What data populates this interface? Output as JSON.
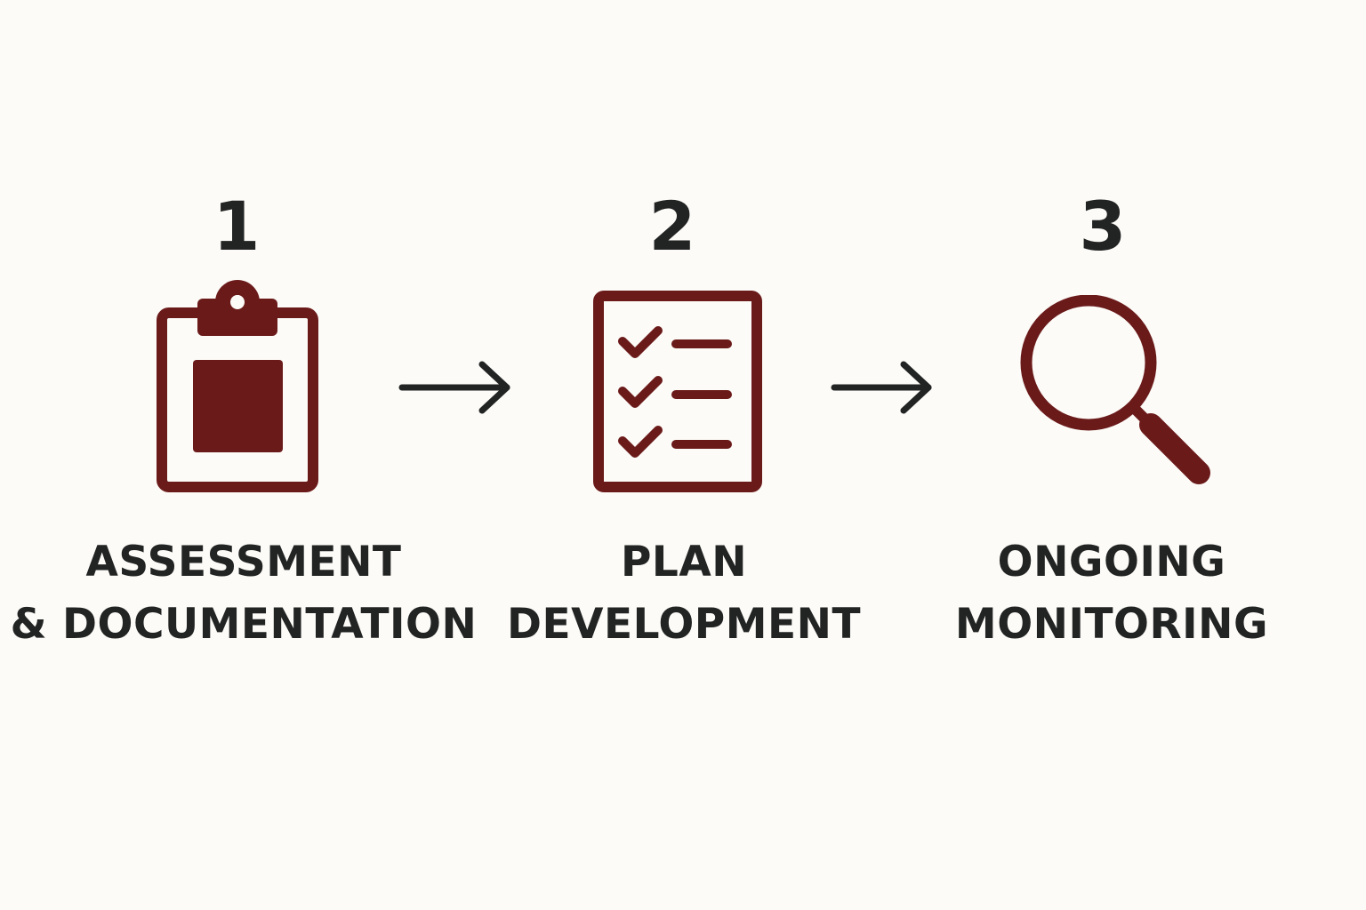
{
  "steps": [
    {
      "number": "1",
      "label_line1": "ASSESSMENT",
      "label_line2": "& DOCUMENTATION",
      "icon": "clipboard-icon"
    },
    {
      "number": "2",
      "label_line1": "PLAN",
      "label_line2": "DEVELOPMENT",
      "icon": "checklist-icon"
    },
    {
      "number": "3",
      "label_line1": "ONGOING",
      "label_line2": "MONITORING",
      "icon": "magnifying-glass-icon"
    }
  ],
  "connectors": [
    {
      "icon": "arrow-right-icon",
      "from": "1",
      "to": "2"
    },
    {
      "icon": "arrow-right-icon",
      "from": "2",
      "to": "3"
    }
  ],
  "colors": {
    "background": "#fcfbf7",
    "icon": "#6b1a1a",
    "text": "#222424"
  }
}
